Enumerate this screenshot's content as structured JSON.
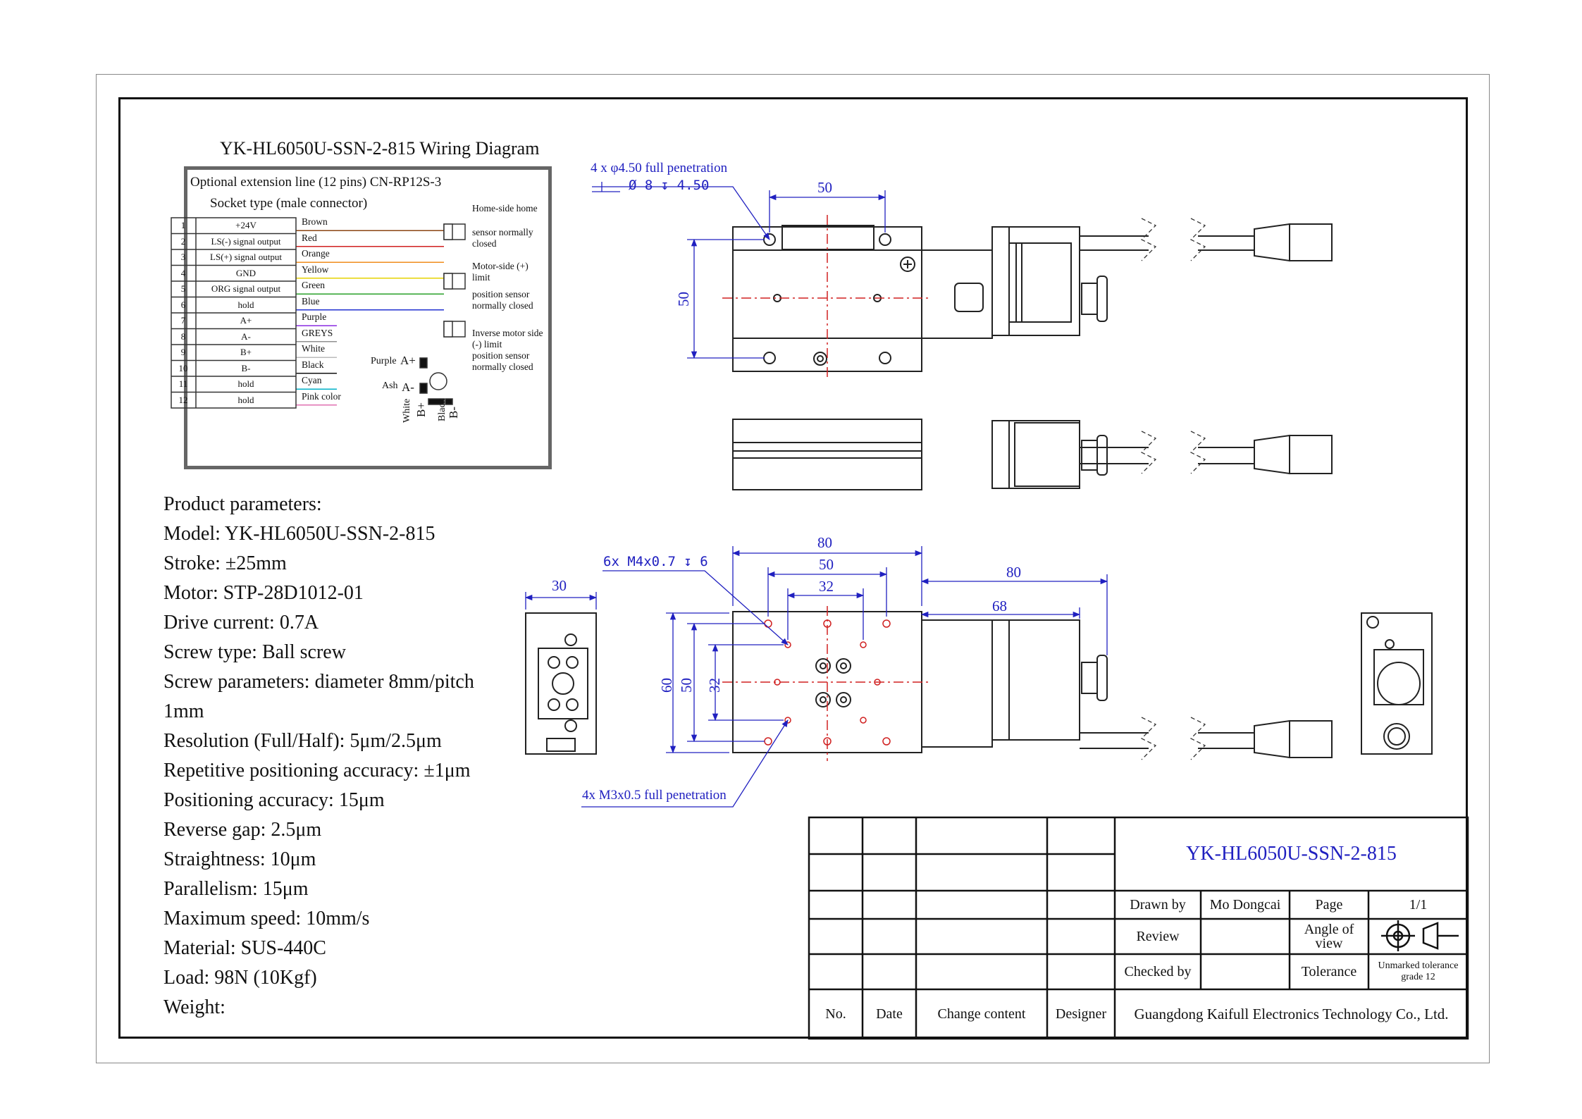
{
  "wiring": {
    "title": "YK-HL6050U-SSN-2-815 Wiring Diagram",
    "extension_line": "Optional extension line (12 pins) CN-RP12S-3",
    "socket_type": "Socket type (male connector)",
    "pins": [
      {
        "no": "1",
        "signal": "+24V",
        "color_name": "Brown",
        "hex": "#8b4513"
      },
      {
        "no": "2",
        "signal": "LS(-) signal output",
        "color_name": "Red",
        "hex": "#d02020"
      },
      {
        "no": "3",
        "signal": "LS(+) signal output",
        "color_name": "Orange",
        "hex": "#f08c1c"
      },
      {
        "no": "4",
        "signal": "GND",
        "color_name": "Yellow",
        "hex": "#e6d200"
      },
      {
        "no": "5",
        "signal": "ORG signal output",
        "color_name": "Green",
        "hex": "#2aa02a"
      },
      {
        "no": "6",
        "signal": "hold",
        "color_name": "Blue",
        "hex": "#2030d0"
      },
      {
        "no": "7",
        "signal": "A+",
        "color_name": "Purple",
        "hex": "#8a2be2"
      },
      {
        "no": "8",
        "signal": "A-",
        "color_name": "GREYS",
        "hex": "#909090"
      },
      {
        "no": "9",
        "signal": "B+",
        "color_name": "White",
        "hex": "#bbbbbb"
      },
      {
        "no": "10",
        "signal": "B-",
        "color_name": "Black",
        "hex": "#111111"
      },
      {
        "no": "11",
        "signal": "hold",
        "color_name": "Cyan",
        "hex": "#00b0c8"
      },
      {
        "no": "12",
        "signal": "hold",
        "color_name": "Pink color",
        "hex": "#e070b0"
      }
    ],
    "sensors": [
      {
        "line1": "Home-side home",
        "line2": "sensor normally",
        "line3": "closed"
      },
      {
        "line1": "Motor-side (+)",
        "line2": "limit",
        "line3": "position sensor",
        "line4": "normally closed"
      },
      {
        "line1": "Inverse motor side",
        "line2": "(-) limit",
        "line3": "position sensor",
        "line4": "normally closed"
      }
    ],
    "motor_labels": {
      "purple": "Purple",
      "a_plus": "A+",
      "ash": "Ash",
      "a_minus": "A-",
      "white": "White",
      "b_plus": "B+",
      "black": "Black",
      "b_minus": "B-"
    }
  },
  "params": {
    "heading": "Product parameters:",
    "lines": [
      "Model: YK-HL6050U-SSN-2-815",
      "Stroke: ±25mm",
      "Motor: STP-28D1012-01",
      "Drive current: 0.7A",
      "Screw type: Ball screw",
      "Screw parameters: diameter 8mm/pitch",
      "1mm",
      "Resolution (Full/Half): 5μm/2.5μm",
      "Repetitive positioning accuracy: ±1μm",
      "Positioning accuracy: 15μm",
      "Reverse gap: 2.5μm",
      "Straightness: 10μm",
      "Parallelism: 15μm",
      "Maximum speed: 10mm/s",
      "Material: SUS-440C",
      "Load: 98N (10Kgf)",
      "Weight:"
    ]
  },
  "drawing": {
    "top_hole_note_1": "4 x φ4.50 full penetration",
    "top_hole_note_2": "Ø 8 ↧ 4.50",
    "dim_50_top": "50",
    "dim_50_side": "50",
    "dim_80_a": "80",
    "dim_50_b": "50",
    "dim_32_a": "32",
    "dim_80_b": "80",
    "dim_68": "68",
    "dim_30": "30",
    "dim_60": "60",
    "dim_50_c": "50",
    "dim_32_b": "32",
    "m4_note": "6x M4x0.7 ↧ 6",
    "m3_note": "4x M3x0.5 full penetration",
    "line_color": "#2020c0"
  },
  "title_block": {
    "part_number": "YK-HL6050U-SSN-2-815",
    "drawn_by_label": "Drawn by",
    "drawn_by_value": "Mo Dongcai",
    "page_label": "Page",
    "page_value": "1/1",
    "review_label": "Review",
    "angle_label_1": "Angle of",
    "angle_label_2": "view",
    "checked_label": "Checked by",
    "tolerance_label": "Tolerance",
    "tolerance_value_1": "Unmarked tolerance",
    "tolerance_value_2": "grade 12",
    "col_no": "No.",
    "col_date": "Date",
    "col_change": "Change content",
    "col_designer": "Designer",
    "company": "Guangdong Kaifull Electronics Technology Co., Ltd."
  }
}
